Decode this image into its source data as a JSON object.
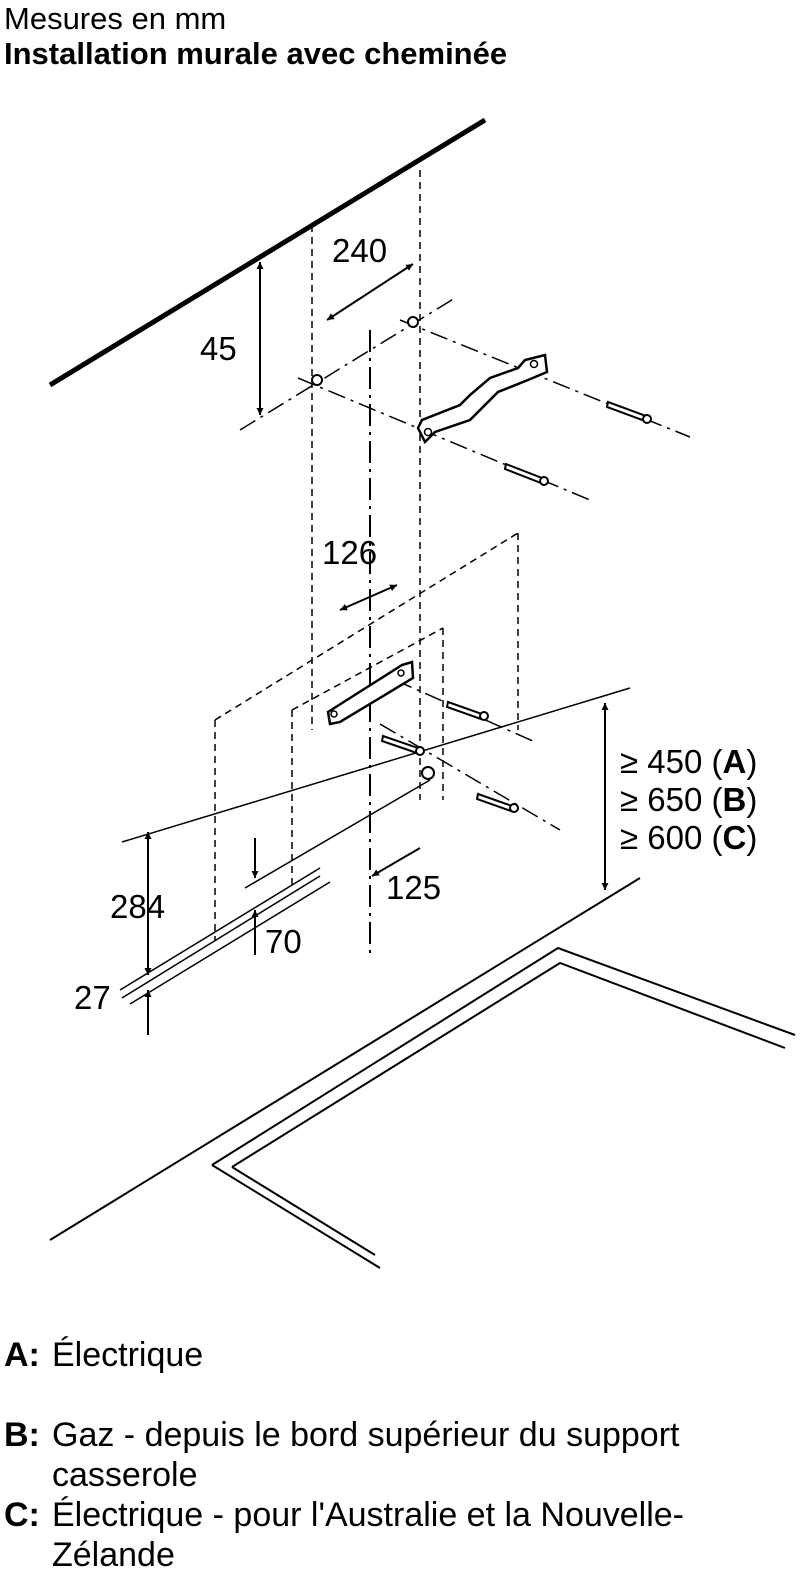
{
  "header": {
    "subtitle": "Mesures en mm",
    "title": "Installation murale avec cheminée"
  },
  "diagram": {
    "dimensions": {
      "d240": "240",
      "d45": "45",
      "d126": "126",
      "d284": "284",
      "d70": "70",
      "d27": "27",
      "d125": "125"
    },
    "clearances": [
      {
        "prefix": "≥ 450 (",
        "key": "A",
        "suffix": ")"
      },
      {
        "prefix": "≥ 650 (",
        "key": "B",
        "suffix": ")"
      },
      {
        "prefix": "≥ 600 (",
        "key": "C",
        "suffix": ")"
      }
    ]
  },
  "legend": [
    {
      "key": "A:",
      "text": "Électrique"
    },
    {
      "key": "B:",
      "text": "Gaz - depuis le bord supérieur du support casserole"
    },
    {
      "key": "C:",
      "text": "Électrique - pour l'Australie et la Nouvelle-Zélande"
    }
  ]
}
